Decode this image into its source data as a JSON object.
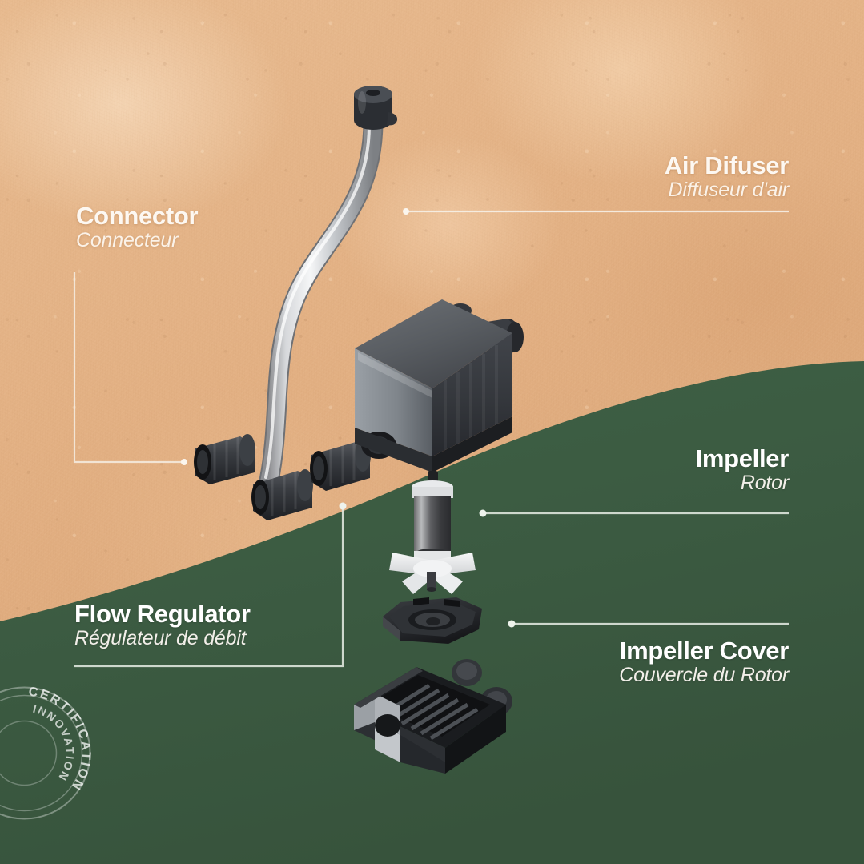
{
  "page": {
    "kind": "product-exploded-diagram",
    "background_color": "#e3b184",
    "panel_color": "#3c5c42"
  },
  "labels": [
    {
      "id": "air-diffuser",
      "en": "Air Difuser",
      "fr": "Diffuseur d'air",
      "align": "right",
      "region": "kraft"
    },
    {
      "id": "connector",
      "en": "Connector",
      "fr": "Connecteur",
      "align": "left",
      "region": "kraft"
    },
    {
      "id": "impeller",
      "en": "Impeller",
      "fr": "Rotor",
      "align": "right",
      "region": "green"
    },
    {
      "id": "impeller-cover",
      "en": "Impeller Cover",
      "fr": "Couvercle du Rotor",
      "align": "right",
      "region": "green"
    },
    {
      "id": "flow-regulator",
      "en": "Flow Regulator",
      "fr": "Régulateur de débit",
      "align": "left",
      "region": "green"
    }
  ],
  "badge": {
    "outer_text": "CERTIFICATION",
    "inner_text": "INNOVATION"
  },
  "parts": [
    {
      "id": "air-diffuser-cap",
      "name": "Air Diffuser Cap"
    },
    {
      "id": "suction-tube",
      "name": "Chrome Suction Tube"
    },
    {
      "id": "connector-1",
      "name": "Connector Fitting"
    },
    {
      "id": "connector-2",
      "name": "Connector Fitting"
    },
    {
      "id": "connector-3",
      "name": "Connector Fitting"
    },
    {
      "id": "pump-body",
      "name": "Pump Body"
    },
    {
      "id": "impeller-rotor",
      "name": "Impeller Rotor"
    },
    {
      "id": "impeller-cover-plate",
      "name": "Impeller Cover Plate"
    },
    {
      "id": "flow-regulator-housing",
      "name": "Flow Regulator Housing"
    }
  ]
}
